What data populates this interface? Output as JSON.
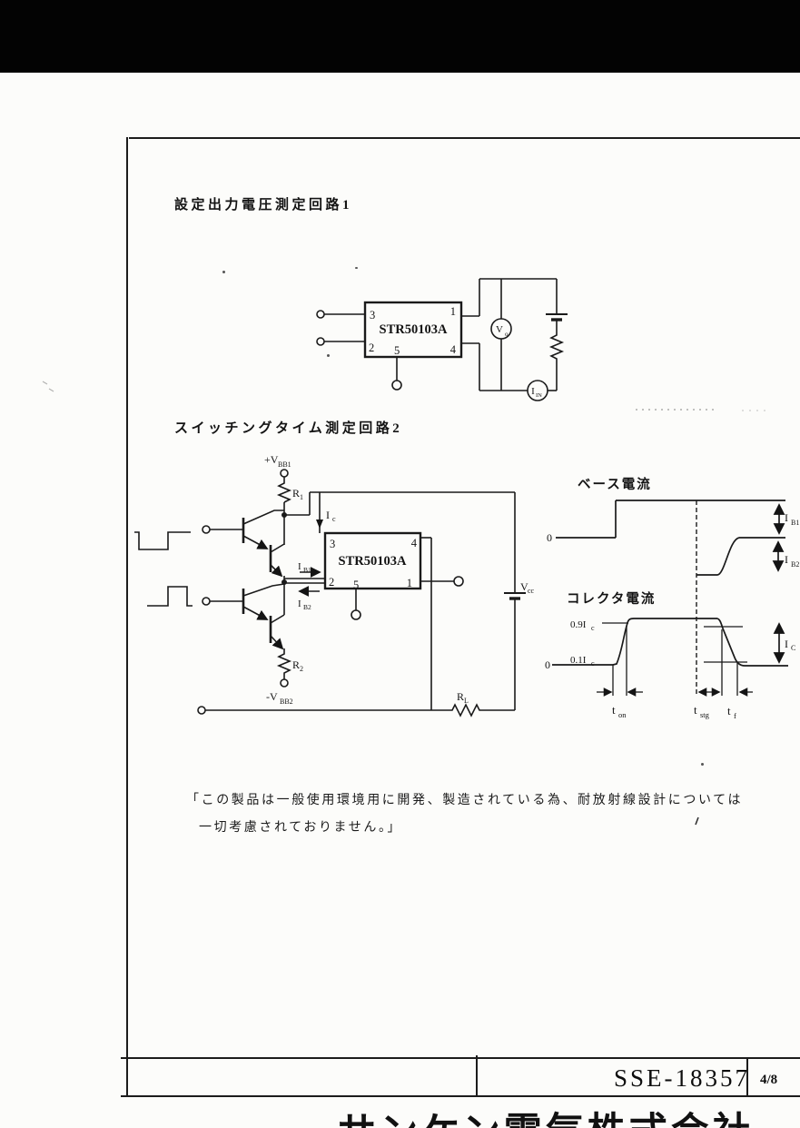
{
  "titles": {
    "circuit1": "設定出力電圧測定回路1",
    "circuit2": "スイッチングタイム測定回路2"
  },
  "circuit1": {
    "ic": "STR50103A",
    "pin_tl": "3",
    "pin_tr": "1",
    "pin_bl": "2",
    "pin_bc": "5",
    "pin_br": "4",
    "meter_v_main": "V",
    "meter_v_sub": "o",
    "meter_i_main": "I",
    "meter_i_sub": "IN"
  },
  "circuit2": {
    "ic": "STR50103A",
    "pin_tl": "3",
    "pin_tr": "4",
    "pin_bl": "2",
    "pin_bc": "5",
    "pin_br": "1",
    "vbb1_main": "+V",
    "vbb1_sub": "BB1",
    "vbb2_main": "-V",
    "vbb2_sub": "BB2",
    "r1_main": "R",
    "r1_sub": "1",
    "r2_main": "R",
    "r2_sub": "2",
    "rl_main": "R",
    "rl_sub": "L",
    "vcc_main": "V",
    "vcc_sub": "cc",
    "ic_main": "I",
    "ic_sub": "c",
    "ib1_main": "I",
    "ib1_sub": "B1",
    "ib2_main": "I",
    "ib2_sub": "B2"
  },
  "waveforms": {
    "base_title": "ベース電流",
    "collector_title": "コレクタ電流",
    "base_zero": "0",
    "col_zero": "0",
    "level09_main": "0.9I",
    "level09_sub": "c",
    "level01_main": "0.1I",
    "level01_sub": "c",
    "ib1_main": "I",
    "ib1_sub": "B1",
    "ib2_main": "I",
    "ib2_sub": "B2",
    "ic_main": "I",
    "ic_sub": "C",
    "ton_main": "t",
    "ton_sub": "on",
    "tstg_main": "t",
    "tstg_sub": "stg",
    "tf_main": "t",
    "tf_sub": "f"
  },
  "note": {
    "line1": "「この製品は一般使用環境用に開発、製造されている為、耐放射線設計については",
    "line2": "一切考慮されておりません。」"
  },
  "footer": {
    "doc_number": "SSE-18357",
    "page_number": "4/8",
    "company": "サンケン電気株式会社"
  }
}
